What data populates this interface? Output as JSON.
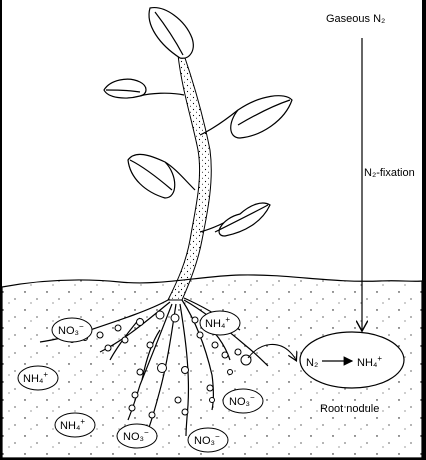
{
  "labels": {
    "gaseous_n2": "Gaseous N₂",
    "n2_fixation": "N₂-fixation",
    "root_nodule": "Root nodule",
    "nodule_n2": "N₂",
    "nodule_nh4_base": "NH₄",
    "nodule_nh4_charge": "+"
  },
  "ions": [
    {
      "id": "no3-top-left",
      "base": "NO₃",
      "charge": "−"
    },
    {
      "id": "nh4-top-right",
      "base": "NH₄",
      "charge": "+"
    },
    {
      "id": "nh4-left",
      "base": "NH₄",
      "charge": "+"
    },
    {
      "id": "no3-right",
      "base": "NO₃",
      "charge": "−"
    },
    {
      "id": "nh4-bottom-left",
      "base": "NH₄",
      "charge": "+"
    },
    {
      "id": "no3-bottom-mid",
      "base": "NO₃",
      "charge": "−"
    },
    {
      "id": "no3-bottom-right",
      "base": "NO₃",
      "charge": "−"
    }
  ]
}
